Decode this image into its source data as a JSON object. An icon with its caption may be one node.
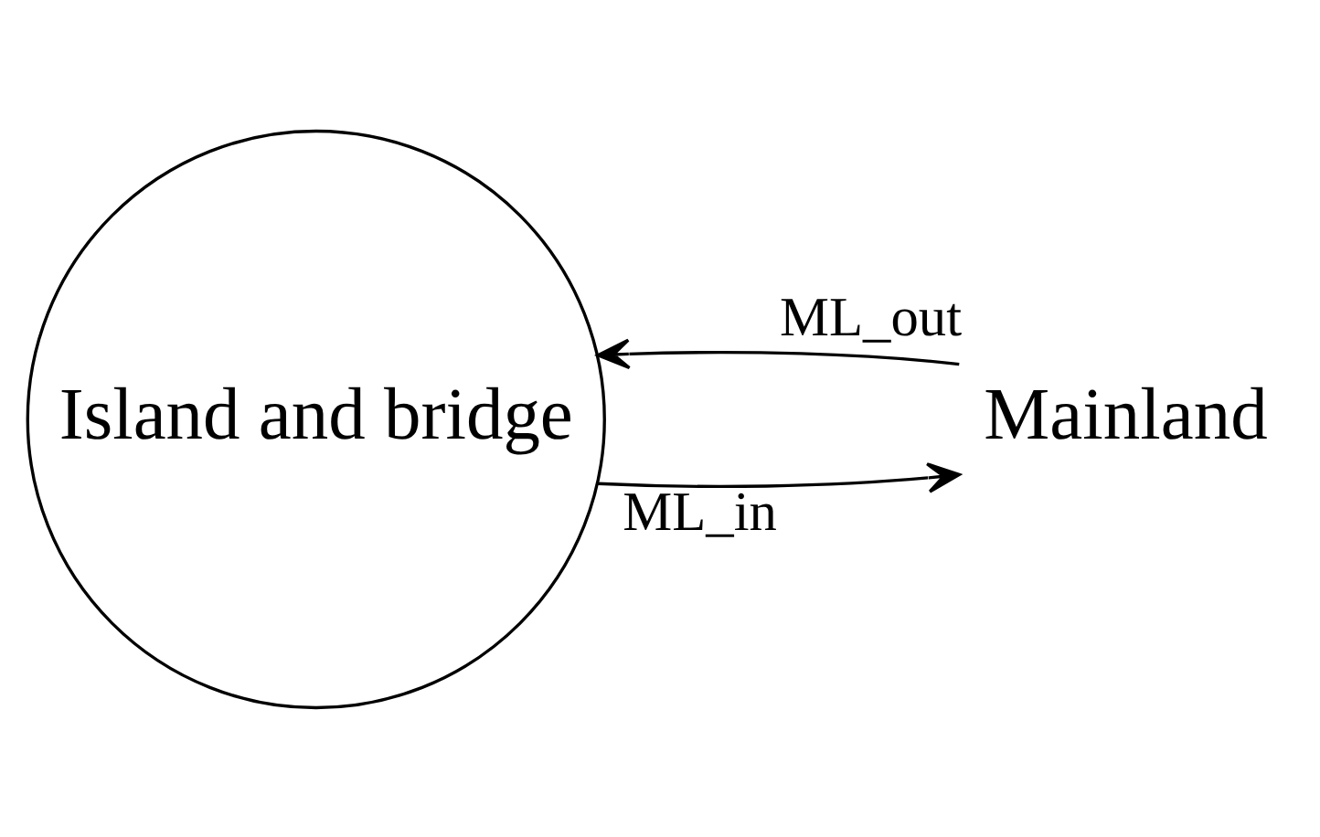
{
  "diagram": {
    "nodes": [
      {
        "text": [
          "Island and bridge"
        ]
      },
      {
        "text": [
          "Mainland"
        ]
      }
    ],
    "edges": [
      {
        "from": 1,
        "to": 0,
        "arrow": "to",
        "label": "ML_out"
      },
      {
        "from": 0,
        "to": 1,
        "arrow": "to",
        "label": "ML_in"
      }
    ]
  }
}
